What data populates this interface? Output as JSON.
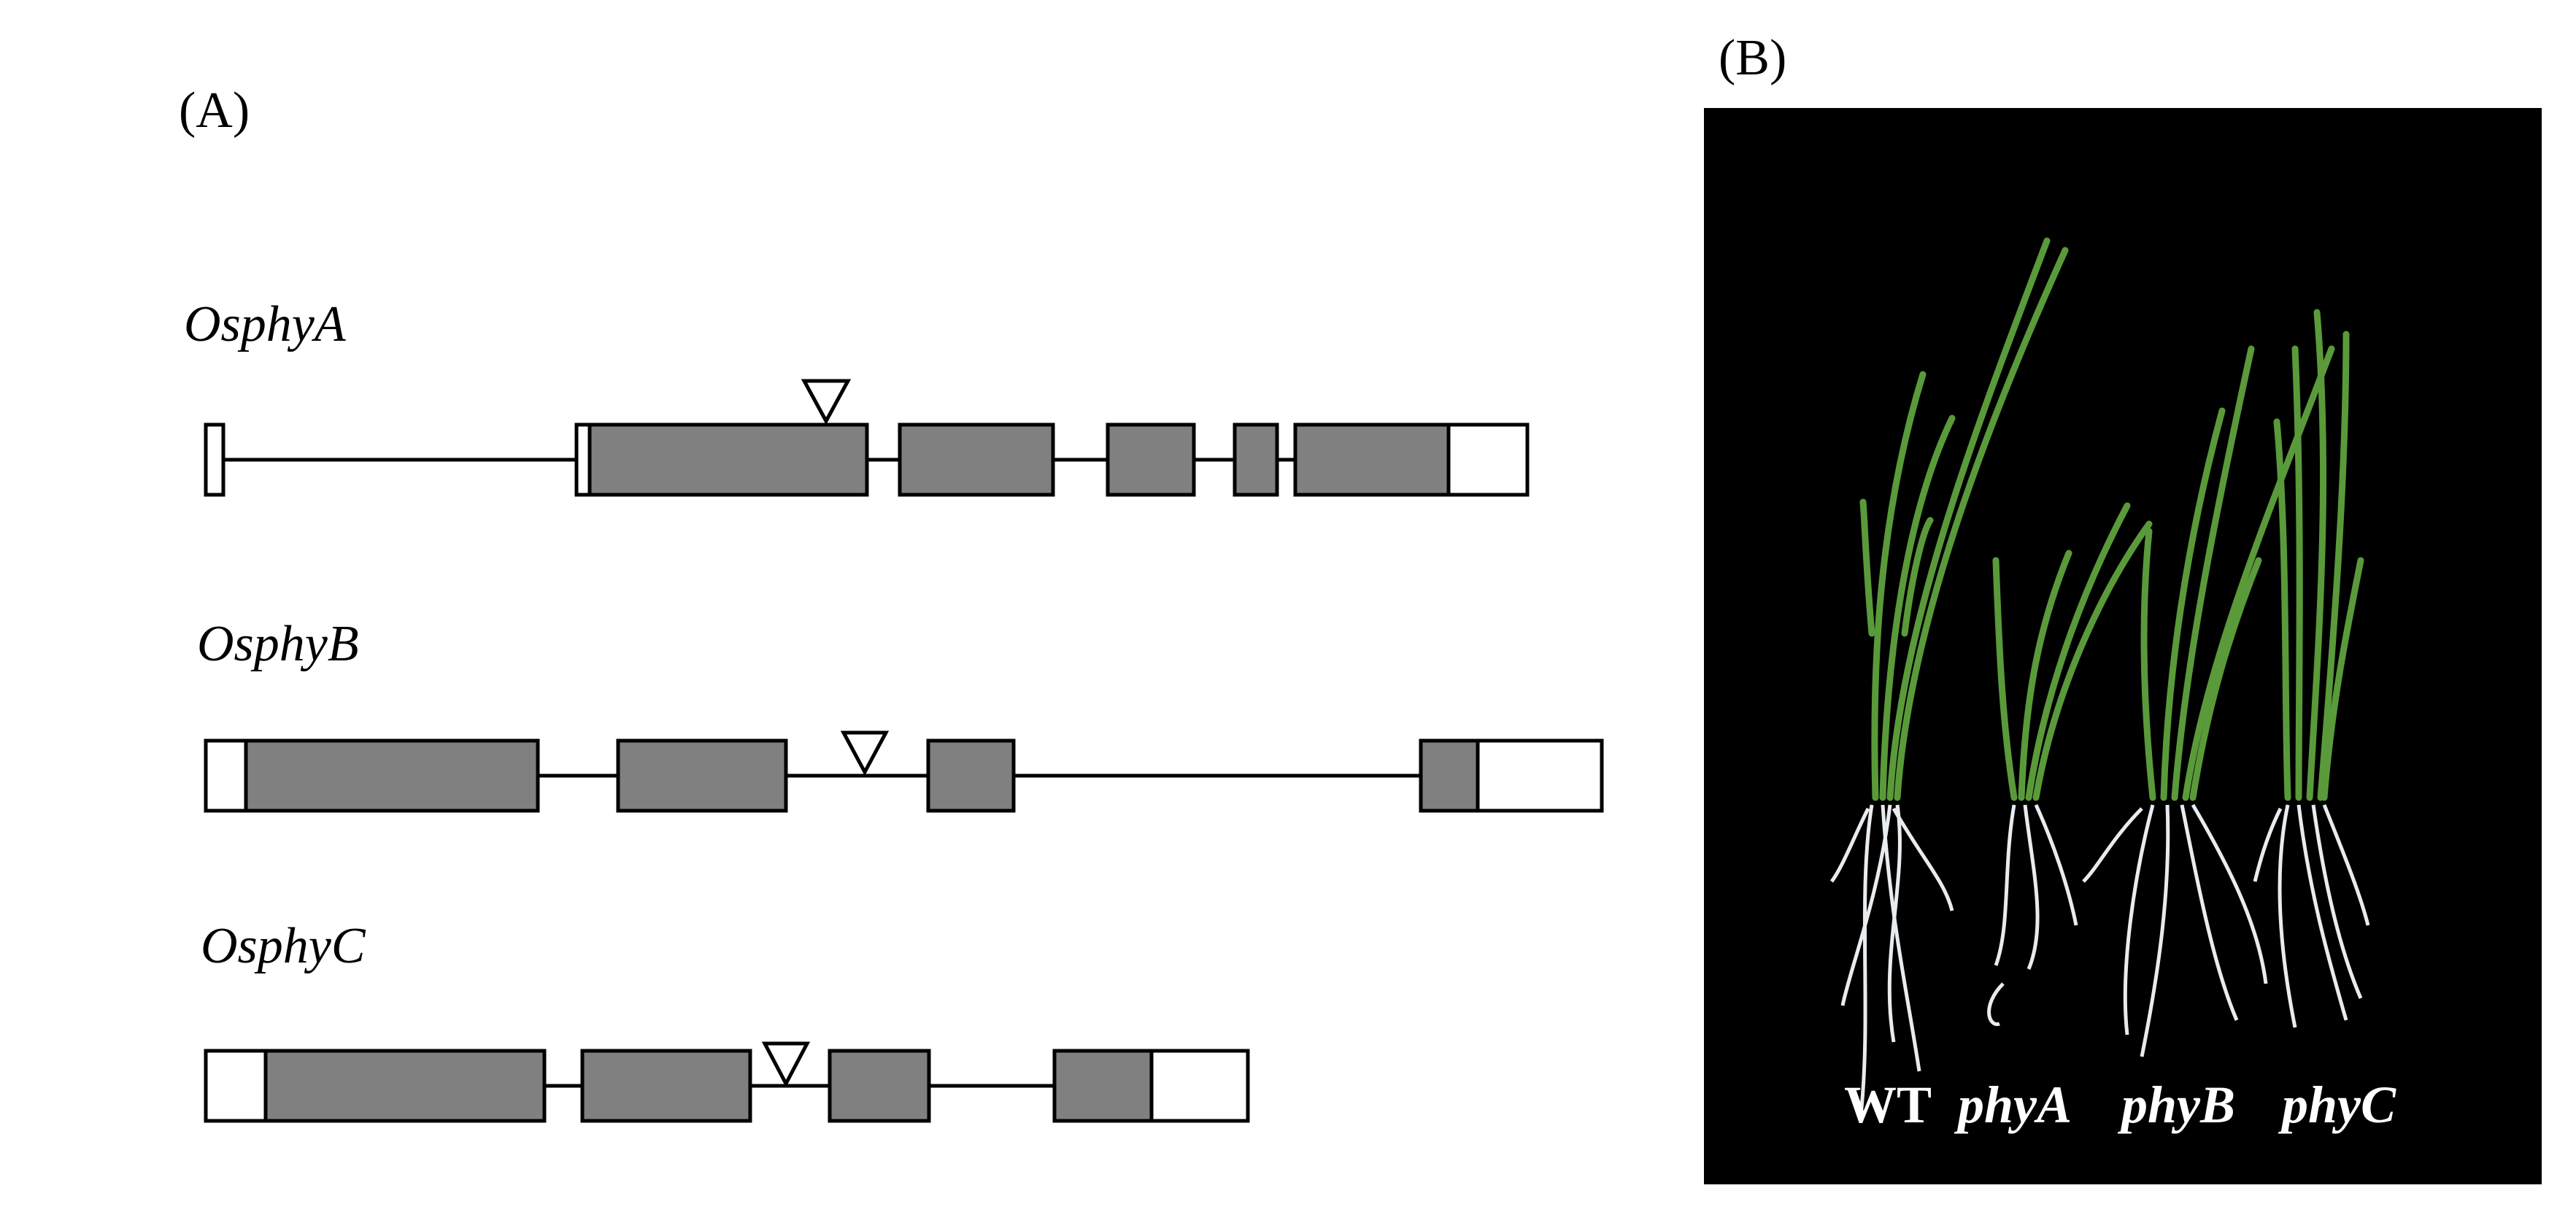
{
  "panel_a": {
    "label": "(A)",
    "genes": [
      {
        "name": "OsphyA"
      },
      {
        "name": "OsphyB"
      },
      {
        "name": "OsphyC"
      }
    ]
  },
  "panel_b": {
    "label": "(B)",
    "genotypes": [
      "WT",
      "phyA",
      "phyB",
      "phyC"
    ]
  },
  "colors": {
    "exon_coding": "#808080",
    "utr": "#ffffff",
    "line": "#000000",
    "photo_background": "#000000",
    "leaf": "#5a9a3a",
    "root": "#e8ecef"
  }
}
